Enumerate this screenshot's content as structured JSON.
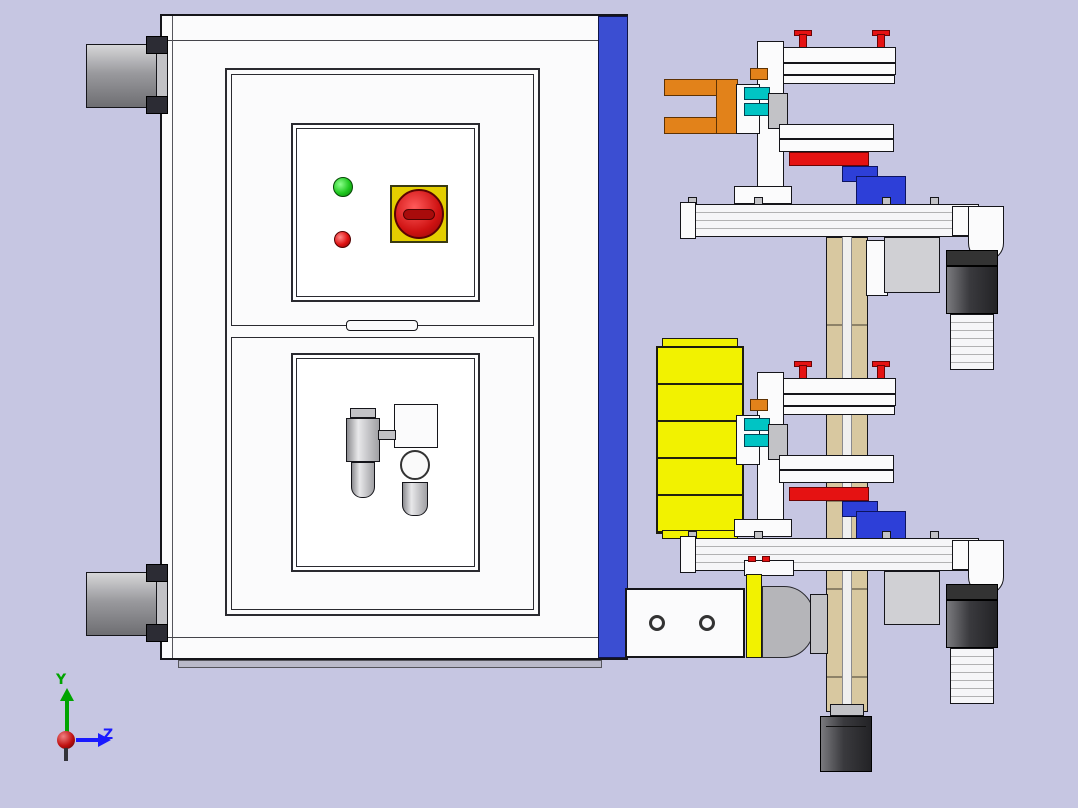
{
  "viewport": {
    "type": "cad-assembly-side-view",
    "background_color": "#c6c6e2"
  },
  "axis_triad": {
    "y_label": "Y",
    "z_label": "Z",
    "y_color": "#00a400",
    "z_color": "#1a1aff",
    "origin_color": "#c01010"
  },
  "palette": {
    "cabinet_face": "#fbfbfc",
    "cabinet_blue_side": "#3b4ed2",
    "switch_plate_yellow": "#e4ce00",
    "carrier_yellow": "#f2f200",
    "signal_red": "#e51212",
    "signal_green": "#1fc81f",
    "gripper_orange": "#e2821a",
    "fitting_cyan": "#00c4c4",
    "bracket_blue": "#2d3fd8",
    "column_tan": "#d8c8a0",
    "outline": "#15151a"
  },
  "components": {
    "cabinet": "electrical cabinet with double doors",
    "green_light": "green pilot light",
    "red_light": "red pilot light",
    "main_switch": "red rotary main switch on yellow plate",
    "air_unit": "air filter-regulator service unit",
    "gripper": "pneumatic gripper with orange fingers",
    "carrier_box": "yellow carrier box",
    "column": "vertical linear axis column",
    "rails": "horizontal transfer rails",
    "cylinders": "guide cylinder units",
    "motor": "drive motor"
  }
}
